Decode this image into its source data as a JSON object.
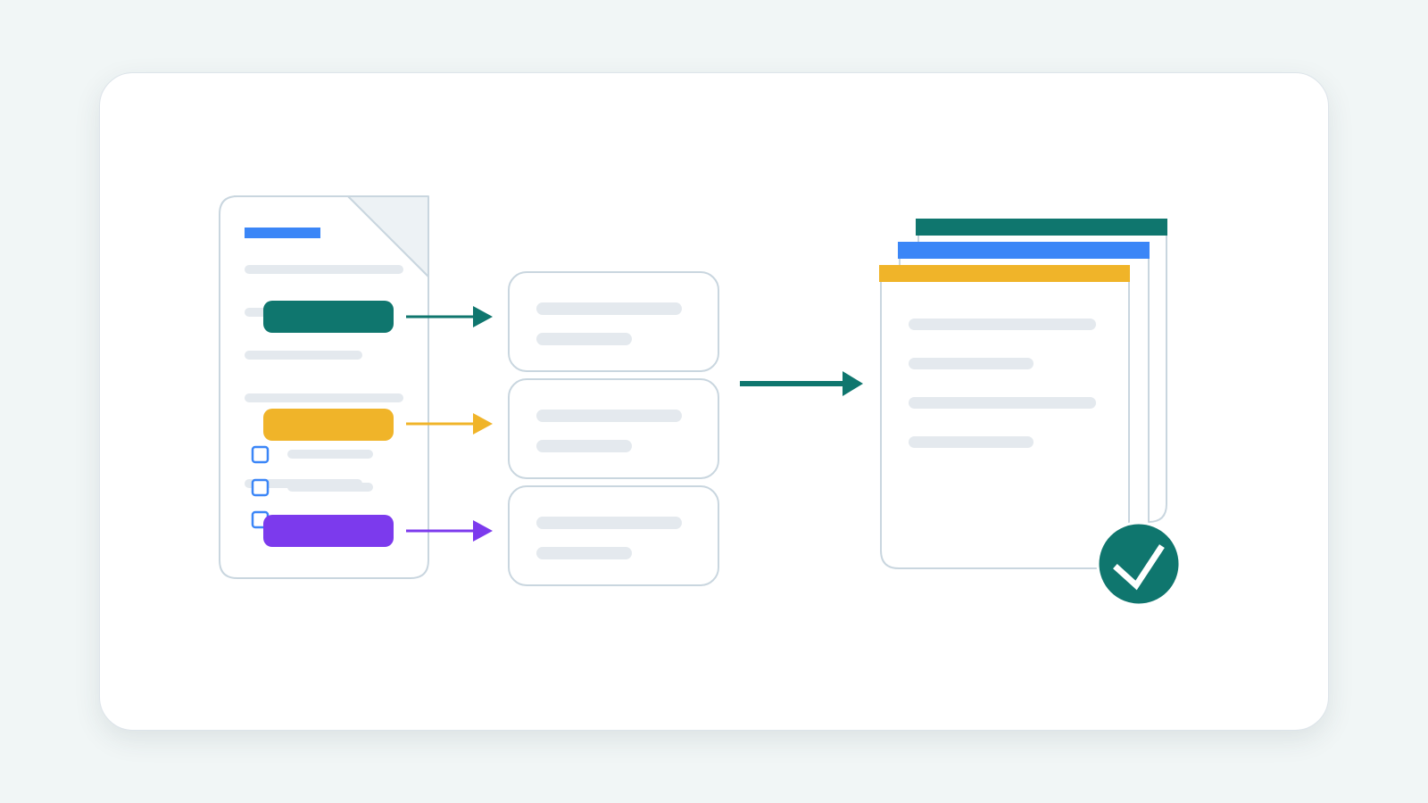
{
  "colors": {
    "background": "#f1f6f6",
    "card": "#ffffff",
    "outline": "#c9d6df",
    "placeholder_line": "#e4e9ee",
    "fold": "#edf2f5",
    "blue": "#3b86f7",
    "teal": "#0f766e",
    "yellow": "#f0b429",
    "purple": "#7c3aed",
    "check": "#ffffff"
  },
  "icons": {
    "source_document": "document-icon",
    "checkbox": "checkbox-icon",
    "arrow": "arrow-right-icon",
    "result_documents": "stacked-documents-icon",
    "success_badge": "check-circle-icon"
  },
  "highlights": [
    {
      "name": "teal",
      "color": "#0f766e"
    },
    {
      "name": "yellow",
      "color": "#f0b429"
    },
    {
      "name": "purple",
      "color": "#7c3aed"
    }
  ],
  "result_tabs": [
    {
      "name": "teal",
      "color": "#0f766e"
    },
    {
      "name": "blue",
      "color": "#3b86f7"
    },
    {
      "name": "yellow",
      "color": "#f0b429"
    }
  ]
}
